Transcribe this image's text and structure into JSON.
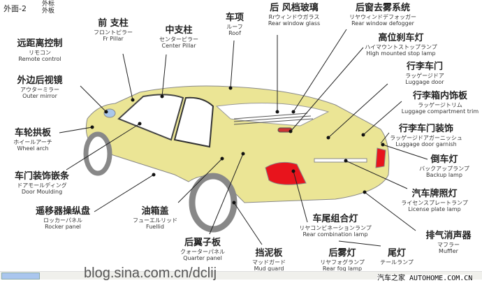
{
  "header": {
    "title": "外面-2",
    "sub1": "外标",
    "sub2": "外板"
  },
  "labels": {
    "fr_pillar": {
      "cn": "前 支柱",
      "jp": "フロントピラー",
      "en": "Fr   Pillar"
    },
    "center_pillar": {
      "cn": "中支柱",
      "jp": "センターピラー",
      "en": "Center Pillar"
    },
    "roof": {
      "cn": "车项",
      "jp": "ルーフ",
      "en": "Roof"
    },
    "rear_window": {
      "cn": "后 风档玻璃",
      "jp": "Rrウィンドウガラス",
      "en": "Rear window glass"
    },
    "defogger": {
      "cn": "后窗去雾系统",
      "jp": "リヤウィンドデフォッガー",
      "en": "Rear window defogger"
    },
    "stop_lamp": {
      "cn": "高位刹车灯",
      "jp": "ハイマウントストップランプ",
      "en": "High mounted stop lamp"
    },
    "luggage_door": {
      "cn": "行李车门",
      "jp": "ラッゲージドア",
      "en": "Luggage door"
    },
    "luggage_trim": {
      "cn": "行李箱内饰板",
      "jp": "ラッゲージトリム",
      "en": "Luggage compartment trim"
    },
    "luggage_garnish": {
      "cn": "行李车门装饰",
      "jp": "ラッゲージドアガーニッシュ",
      "en": "Luggage door garnish"
    },
    "backup_lamp": {
      "cn": "倒车灯",
      "jp": "バックアップランプ",
      "en": "Backup lamp"
    },
    "license_lamp": {
      "cn": "汽车牌照灯",
      "jp": "ライセンスプレートランプ",
      "en": "License plate lamp"
    },
    "muffler": {
      "cn": "排气消声器",
      "jp": "マフラー",
      "en": "Muffler"
    },
    "tail_lamp": {
      "cn": "尾灯",
      "jp": "テールランプ",
      "en": ""
    },
    "rear_fog": {
      "cn": "后雾灯",
      "jp": "リヤフォグランプ",
      "en": "Rear fog lamp"
    },
    "mud_guard": {
      "cn": "挡泥板",
      "jp": "マッドガード",
      "en": "Mud guard"
    },
    "rear_combo": {
      "cn": "车尾组合灯",
      "jp": "リヤコンビネーションランプ",
      "en": "Rear combination lamp"
    },
    "quarter_panel": {
      "cn": "后翼子板",
      "jp": "クォーターパネル",
      "en": "Quarter panel"
    },
    "fuel_lid": {
      "cn": "油箱盖",
      "jp": "フューエルリッド",
      "en": "Fuellid"
    },
    "rocker_panel": {
      "cn": "遥移器操纵盘",
      "jp": "ロッカーパネル",
      "en": "Rocker panel"
    },
    "door_moulding": {
      "cn": "车门装饰嵌条",
      "jp": "ドアモールディング",
      "en": "Door   Moulding"
    },
    "wheel_arch": {
      "cn": "车轮拱板",
      "jp": "ホイールアーチ",
      "en": "Wheel arch"
    },
    "remote": {
      "cn": "远距离控制",
      "jp": "リモコン",
      "en": "Remote control"
    },
    "outer_mirror": {
      "cn": "外边后视镜",
      "jp": "アウターミラー",
      "en": "Outer mirror"
    }
  },
  "watermark": {
    "blog": "blog.sina.com.cn/dclij",
    "site": "汽车之家 AUTOHOME.COM.CN"
  },
  "colors": {
    "body": "#ebe595",
    "lamp": "#e8141c",
    "glass": "#a9c7ea"
  }
}
